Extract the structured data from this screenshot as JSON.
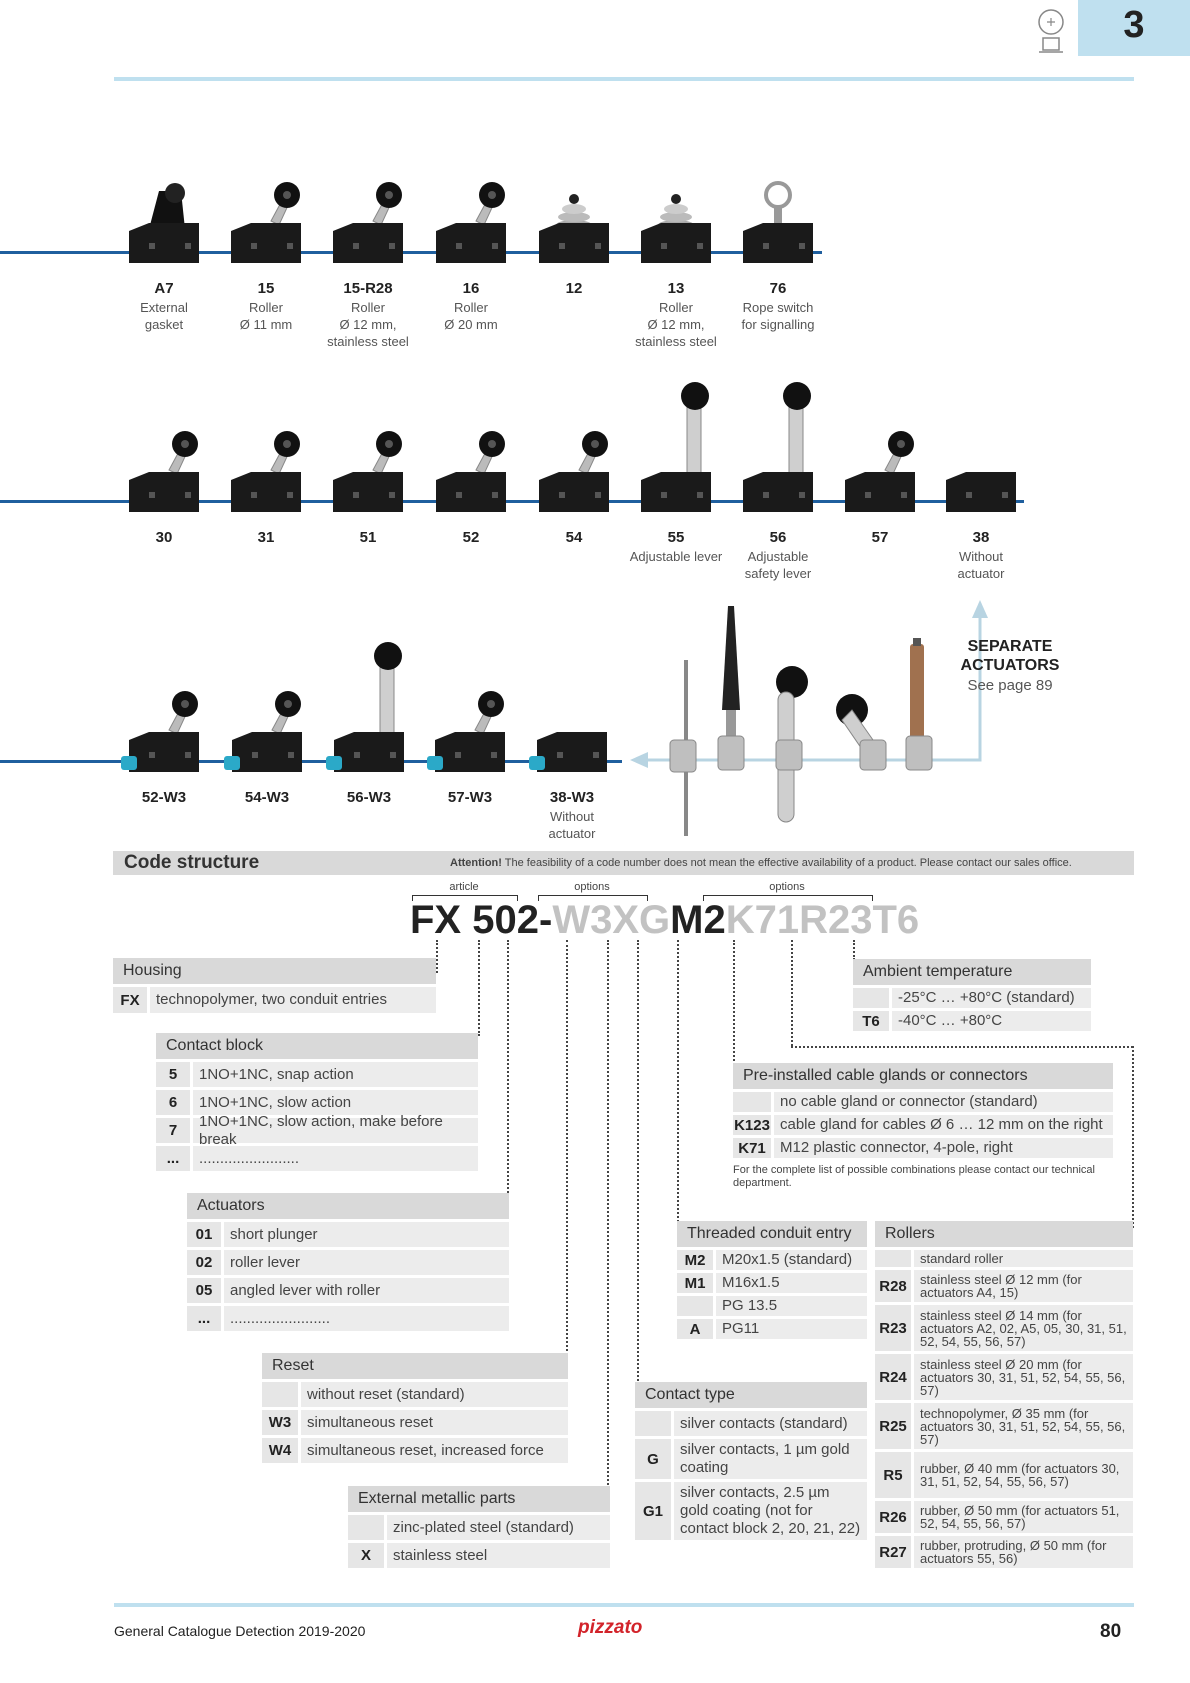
{
  "header": {
    "chapter": "3"
  },
  "row1": [
    {
      "code": "A7",
      "desc": [
        "External",
        "gasket"
      ]
    },
    {
      "code": "15",
      "desc": [
        "Roller",
        "Ø 11 mm"
      ]
    },
    {
      "code": "15-R28",
      "desc": [
        "Roller",
        "Ø 12 mm,",
        "stainless steel"
      ]
    },
    {
      "code": "16",
      "desc": [
        "Roller",
        "Ø 20 mm"
      ]
    },
    {
      "code": "12",
      "desc": []
    },
    {
      "code": "13",
      "desc": [
        "Roller",
        "Ø 12 mm,",
        "stainless steel"
      ]
    },
    {
      "code": "76",
      "desc": [
        "Rope switch",
        "for signalling"
      ]
    }
  ],
  "row2": [
    {
      "code": "30",
      "desc": []
    },
    {
      "code": "31",
      "desc": []
    },
    {
      "code": "51",
      "desc": []
    },
    {
      "code": "52",
      "desc": []
    },
    {
      "code": "54",
      "desc": []
    },
    {
      "code": "55",
      "desc": [
        "Adjustable lever"
      ]
    },
    {
      "code": "56",
      "desc": [
        "Adjustable",
        "safety lever"
      ]
    },
    {
      "code": "57",
      "desc": []
    },
    {
      "code": "38",
      "desc": [
        "Without",
        "actuator"
      ]
    }
  ],
  "row3": [
    {
      "code": "52-W3",
      "desc": []
    },
    {
      "code": "54-W3",
      "desc": []
    },
    {
      "code": "56-W3",
      "desc": []
    },
    {
      "code": "57-W3",
      "desc": []
    },
    {
      "code": "38-W3",
      "desc": [
        "Without",
        "actuator"
      ]
    }
  ],
  "separate": {
    "title1": "SEPARATE",
    "title2": "ACTUATORS",
    "sub": "See page 89"
  },
  "code_structure": {
    "title": "Code structure",
    "note_bold": "Attention!",
    "note": " The feasibility of a code number does not mean the effective availability of a product. Please contact our sales office.",
    "label_article": "article",
    "label_options1": "options",
    "label_options2": "options",
    "code_fx": "FX",
    "code_502": "502",
    "code_dash": "-",
    "code_w3xg": "W3XG",
    "code_m2": "M2",
    "code_tail": "K71R23T6"
  },
  "housing": {
    "title": "Housing",
    "rows": [
      {
        "k": "FX",
        "v": "technopolymer, two conduit entries"
      }
    ]
  },
  "contact_block": {
    "title": "Contact block",
    "rows": [
      {
        "k": "5",
        "v": "1NO+1NC, snap action"
      },
      {
        "k": "6",
        "v": "1NO+1NC, slow action"
      },
      {
        "k": "7",
        "v": "1NO+1NC, slow action, make before break"
      },
      {
        "k": "...",
        "v": "........................"
      }
    ]
  },
  "actuators": {
    "title": "Actuators",
    "rows": [
      {
        "k": "01",
        "v": "short plunger"
      },
      {
        "k": "02",
        "v": "roller lever"
      },
      {
        "k": "05",
        "v": "angled lever with roller"
      },
      {
        "k": "...",
        "v": "........................"
      }
    ]
  },
  "reset": {
    "title": "Reset",
    "rows": [
      {
        "k": "",
        "v": "without reset (standard)"
      },
      {
        "k": "W3",
        "v": "simultaneous reset"
      },
      {
        "k": "W4",
        "v": "simultaneous reset, increased force"
      }
    ]
  },
  "external": {
    "title": "External metallic parts",
    "rows": [
      {
        "k": "",
        "v": "zinc-plated steel (standard)"
      },
      {
        "k": "X",
        "v": "stainless steel"
      }
    ]
  },
  "contact_type": {
    "title": "Contact type",
    "rows": [
      {
        "k": "",
        "v": "silver contacts (standard)"
      },
      {
        "k": "G",
        "v": "silver contacts, 1 µm gold coating"
      },
      {
        "k": "G1",
        "v": "silver contacts, 2.5 µm gold coating (not for contact block 2, 20, 21, 22)"
      }
    ]
  },
  "threaded": {
    "title": "Threaded conduit entry",
    "rows": [
      {
        "k": "M2",
        "v": "M20x1.5 (standard)"
      },
      {
        "k": "M1",
        "v": "M16x1.5"
      },
      {
        "k": "",
        "v": "PG 13.5"
      },
      {
        "k": "A",
        "v": "PG11"
      }
    ]
  },
  "ambient": {
    "title": "Ambient temperature",
    "rows": [
      {
        "k": "",
        "v": "-25°C … +80°C (standard)"
      },
      {
        "k": "T6",
        "v": "-40°C … +80°C"
      }
    ]
  },
  "glands": {
    "title": "Pre-installed cable glands or connectors",
    "rows": [
      {
        "k": "",
        "v": "no cable gland or connector (standard)"
      },
      {
        "k": "K123",
        "v": "cable gland for cables Ø 6 … 12 mm on the right"
      },
      {
        "k": "K71",
        "v": "M12 plastic connector, 4-pole, right"
      }
    ],
    "note": "For the complete list of possible combinations please contact our technical department."
  },
  "rollers": {
    "title": "Rollers",
    "rows": [
      {
        "k": "",
        "v": "standard roller"
      },
      {
        "k": "R28",
        "v": "stainless steel Ø 12 mm (for actuators A4, 15)"
      },
      {
        "k": "R23",
        "v": "stainless steel Ø 14 mm (for actuators A2, 02, A5, 05, 30, 31, 51, 52, 54, 55, 56, 57)"
      },
      {
        "k": "R24",
        "v": "stainless steel Ø 20 mm (for actuators 30, 31, 51, 52, 54, 55, 56, 57)"
      },
      {
        "k": "R25",
        "v": "technopolymer, Ø 35 mm (for actuators 30, 31, 51, 52, 54, 55, 56, 57)"
      },
      {
        "k": "R5",
        "v": "rubber, Ø 40 mm (for actuators 30, 31, 51, 52, 54, 55, 56, 57)"
      },
      {
        "k": "R26",
        "v": "rubber, Ø 50 mm (for actuators 51, 52, 54, 55, 56, 57)"
      },
      {
        "k": "R27",
        "v": "rubber, protruding, Ø 50 mm (for actuators 55, 56)"
      }
    ]
  },
  "footer": {
    "left": "General Catalogue Detection 2019-2020",
    "logo": "pizzato",
    "page": "80"
  }
}
